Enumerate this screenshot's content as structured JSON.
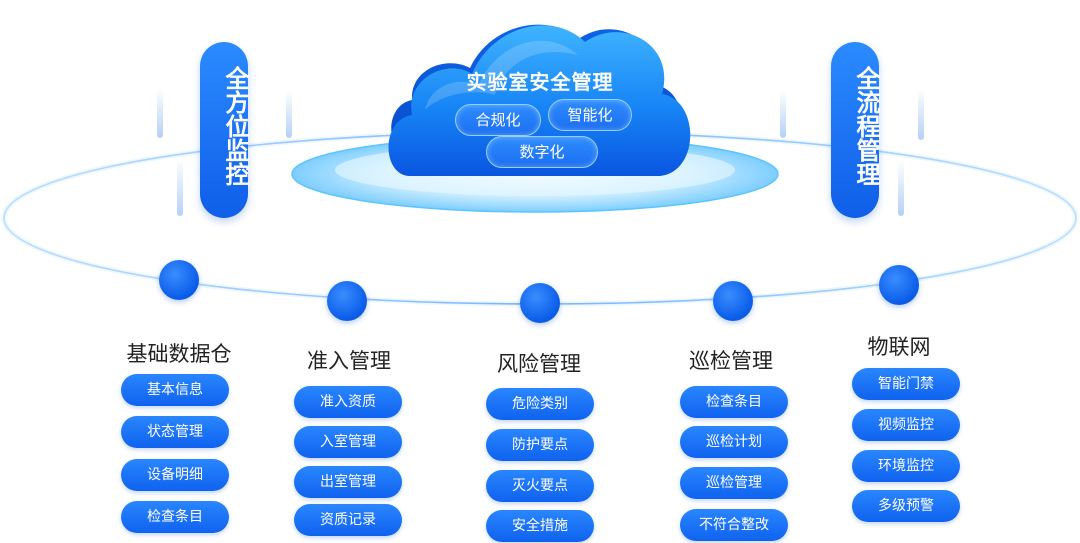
{
  "cloud": {
    "title": "实验室安全管理",
    "tags": [
      "合规化",
      "智能化",
      "数字化"
    ]
  },
  "side_labels": {
    "left": "全方位监控",
    "right": "全流程管理"
  },
  "columns": [
    {
      "title": "基础数据仓",
      "items": [
        "基本信息",
        "状态管理",
        "设备明细",
        "检查条目"
      ]
    },
    {
      "title": "准入管理",
      "items": [
        "准入资质",
        "入室管理",
        "出室管理",
        "资质记录"
      ]
    },
    {
      "title": "风险管理",
      "items": [
        "危险类别",
        "防护要点",
        "灭火要点",
        "安全措施"
      ]
    },
    {
      "title": "巡检管理",
      "items": [
        "检查条目",
        "巡检计划",
        "巡检管理",
        "不符合整改"
      ]
    },
    {
      "title": "物联网",
      "items": [
        "智能门禁",
        "视频监控",
        "环境监控",
        "多级预警"
      ]
    }
  ],
  "colors": {
    "primary": "#0f62ee",
    "accent": "#2a86ff",
    "ring": "#4aa3ff",
    "text": "#222222"
  }
}
